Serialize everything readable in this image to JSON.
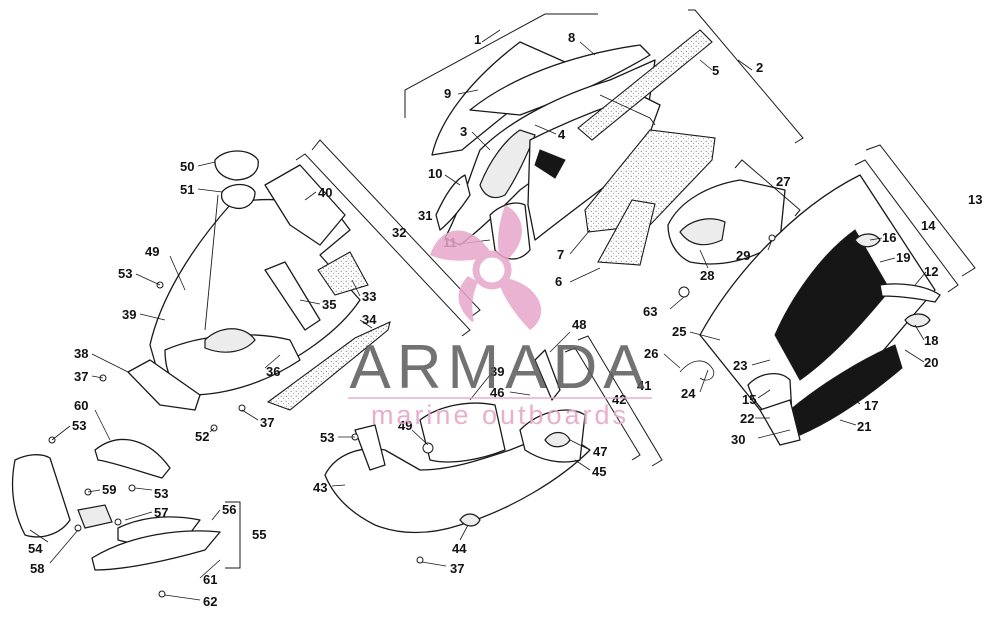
{
  "diagram": {
    "callouts": [
      "1",
      "2",
      "3",
      "4",
      "5",
      "6",
      "7",
      "8",
      "9",
      "10",
      "11",
      "12",
      "13",
      "14",
      "15",
      "16",
      "17",
      "18",
      "19",
      "20",
      "21",
      "22",
      "23",
      "24",
      "25",
      "26",
      "27",
      "28",
      "29",
      "30",
      "31",
      "32",
      "33",
      "34",
      "35",
      "36",
      "37",
      "37",
      "37",
      "38",
      "39",
      "39",
      "40",
      "41",
      "42",
      "43",
      "44",
      "45",
      "46",
      "47",
      "48",
      "49",
      "49",
      "50",
      "51",
      "52",
      "53",
      "53",
      "53",
      "53",
      "54",
      "55",
      "56",
      "57",
      "58",
      "59",
      "60",
      "61",
      "62",
      "63"
    ],
    "watermark": {
      "name": "ARMADA",
      "tagline": "marine outboards",
      "logo_color": "#e7a6c9",
      "text_color": "#5a5a5a"
    },
    "colors": {
      "line": "#1a1a1a",
      "background": "#ffffff",
      "decal": "#161616"
    }
  }
}
